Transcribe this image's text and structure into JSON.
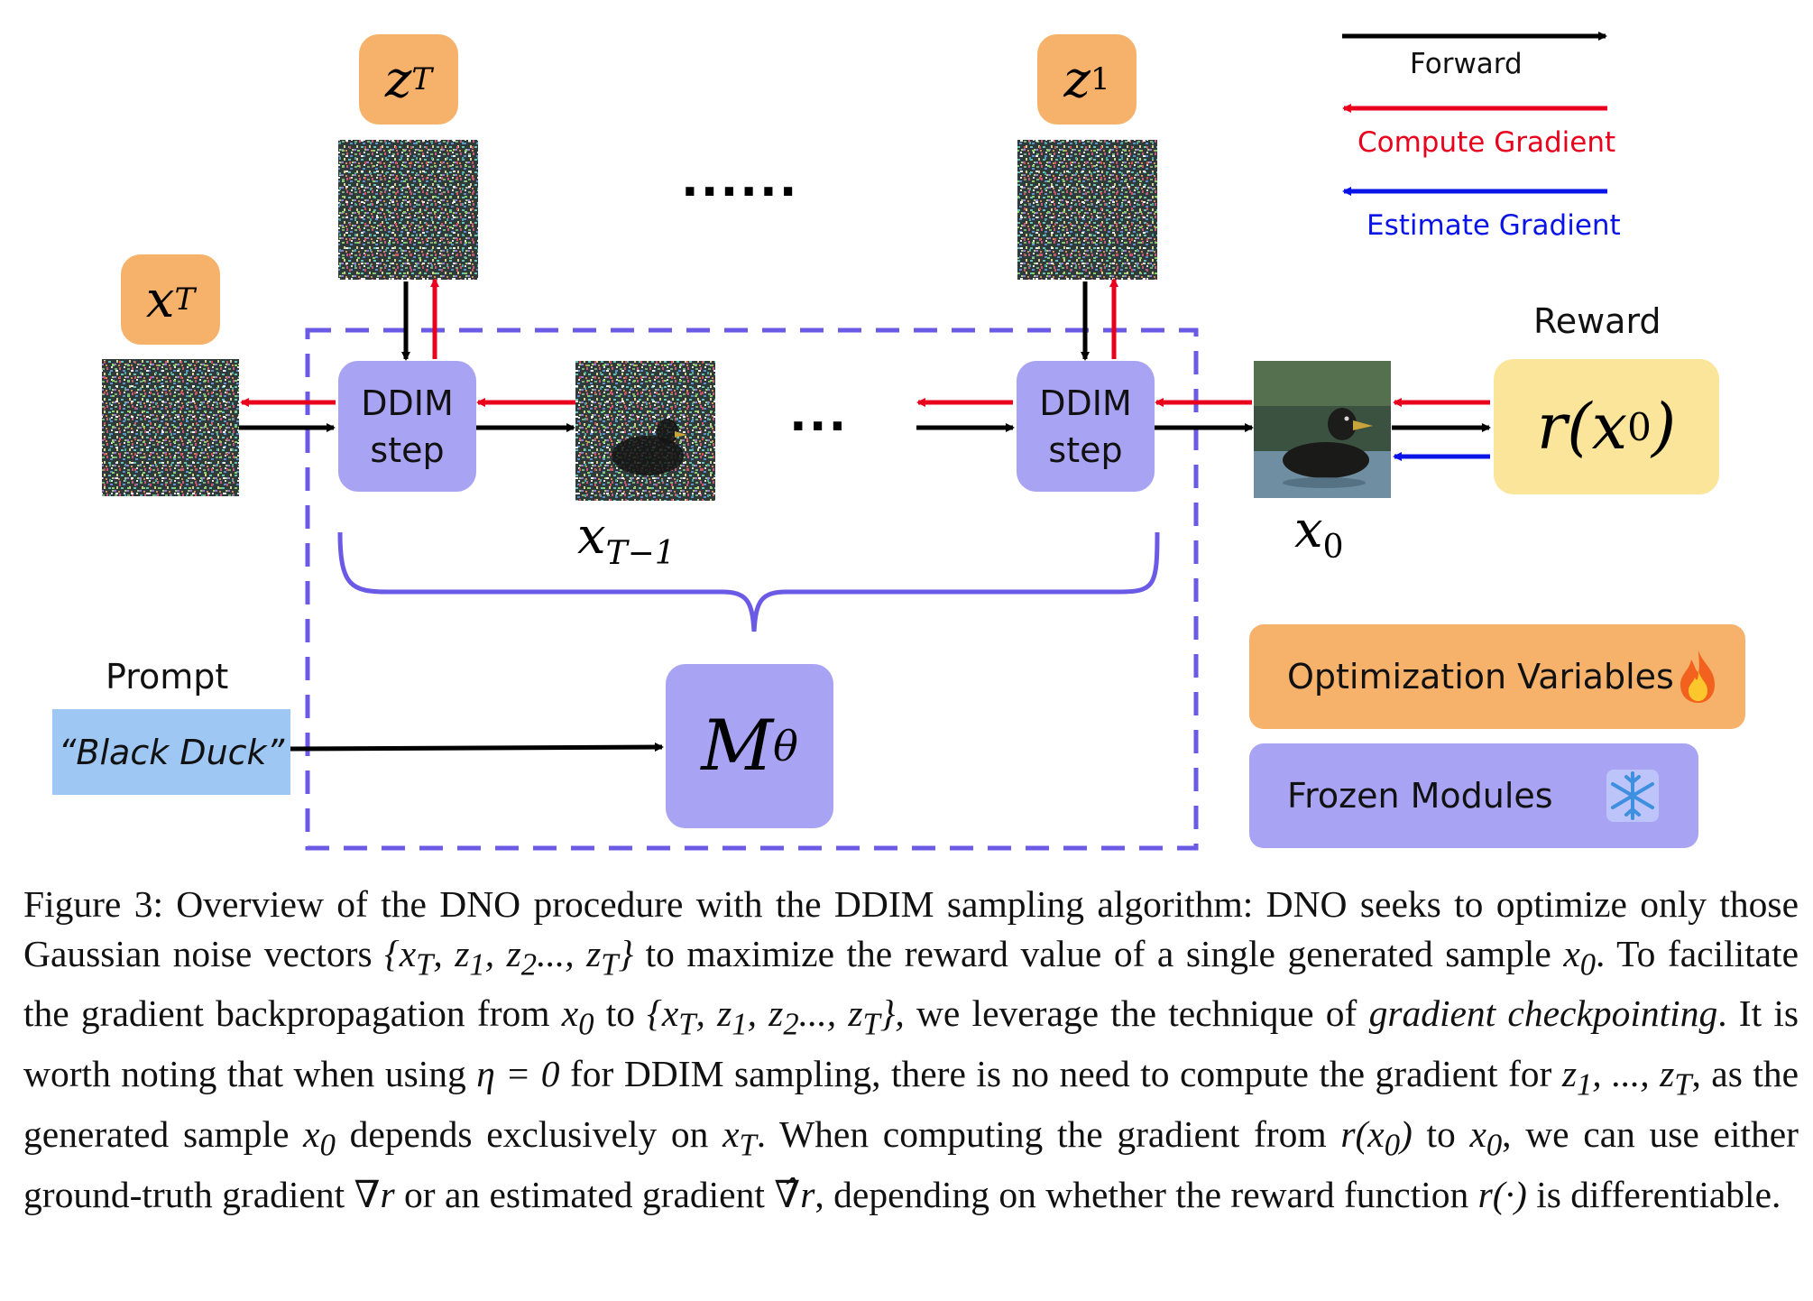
{
  "diagram": {
    "labels": {
      "xT": "x",
      "xT_sub": "T",
      "zT": "z",
      "zT_sub": "T",
      "z1": "z",
      "z1_sub": "1",
      "xT1": "x",
      "xT1_sub": "T−1",
      "x0": "x",
      "x0_sub": "0",
      "dots_top": "......",
      "dots_mid": "...",
      "ddim1_line1": "DDIM",
      "ddim1_line2": "step",
      "ddim2_line1": "DDIM",
      "ddim2_line2": "step",
      "reward_title": "Reward",
      "reward_fn": "r(x",
      "reward_fn_sub": "0",
      "reward_fn_close": ")",
      "prompt_title": "Prompt",
      "prompt_text": "“Black Duck”",
      "model": "M",
      "model_sub": "θ"
    },
    "legend": {
      "forward": "Forward",
      "compute": "Compute Gradient",
      "estimate": "Estimate Gradient",
      "forward_color": "#000000",
      "compute_color": "#e8001c",
      "estimate_color": "#0a14e6"
    },
    "key": {
      "opt_vars": "Optimization Variables",
      "opt_icon": "fire-icon",
      "frozen": "Frozen Modules",
      "frozen_icon": "snowflake-icon"
    },
    "colors": {
      "orange": "#f6b26b",
      "lavender": "#a9a3f3",
      "dashed": "#6a5ae6",
      "prompt_bg": "#9ec7f4",
      "reward_bg": "#fbe59a"
    }
  },
  "caption": {
    "p1": "Figure 3: Overview of the DNO procedure with the DDIM sampling algorithm: DNO seeks to optimize only those Gaussian noise vectors",
    "set1": "{x",
    "p2": "to maximize the reward value of a single generated sample",
    "p3": ". To facilitate the gradient backpropagation from",
    "p3b": "to",
    "p4": "we leverage the technique of",
    "p4_italic": "gradient checkpointing",
    "p5": ". It is worth noting that when using",
    "eta": "η = 0",
    "p6": "for DDIM sampling, there is no need to compute the gradient for",
    "p7": ", as the generated sample",
    "p8": "depends exclusively on",
    "p9": ". When computing the gradient from",
    "p10": "to",
    "p11": ", we can use either ground-truth gradient",
    "p12": "or an estimated gradient",
    "p13": ", depending on whether the reward function",
    "p14": "is differentiable."
  }
}
